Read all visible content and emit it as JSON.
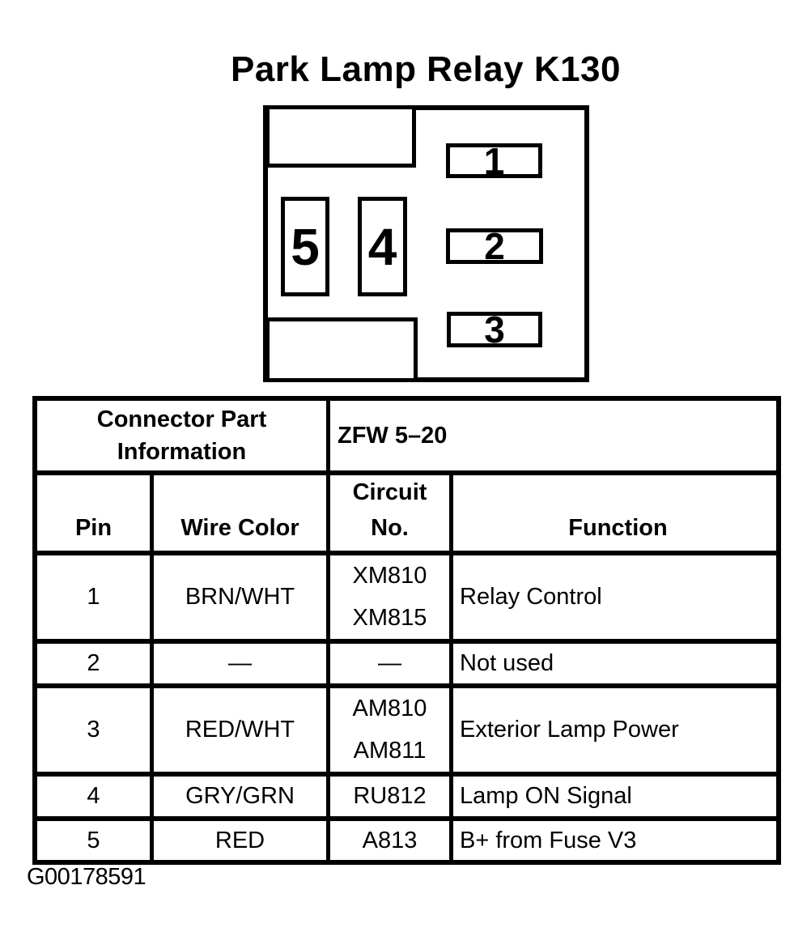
{
  "page": {
    "background_color": "#ffffff",
    "ink_color": "#000000"
  },
  "title": "Park Lamp Relay K130",
  "connector": {
    "pins": [
      "1",
      "2",
      "3",
      "4",
      "5"
    ]
  },
  "table": {
    "part_info_label": "Connector Part Information",
    "part_number": "ZFW 5–20",
    "columns": [
      "Pin",
      "Wire Color",
      "Circuit No.",
      "Function"
    ],
    "rows": [
      {
        "pin": "1",
        "wire_color": "BRN/WHT",
        "circuits": [
          "XM810",
          "XM815"
        ],
        "function": "Relay Control"
      },
      {
        "pin": "2",
        "wire_color": "—",
        "circuits": [
          "—"
        ],
        "function": "Not used"
      },
      {
        "pin": "3",
        "wire_color": "RED/WHT",
        "circuits": [
          "AM810",
          "AM811"
        ],
        "function": "Exterior Lamp Power"
      },
      {
        "pin": "4",
        "wire_color": "GRY/GRN",
        "circuits": [
          "RU812"
        ],
        "function": "Lamp ON Signal"
      },
      {
        "pin": "5",
        "wire_color": "RED",
        "circuits": [
          "A813"
        ],
        "function": "B+ from Fuse V3"
      }
    ]
  },
  "footer": {
    "figure_id": "G00178591"
  }
}
